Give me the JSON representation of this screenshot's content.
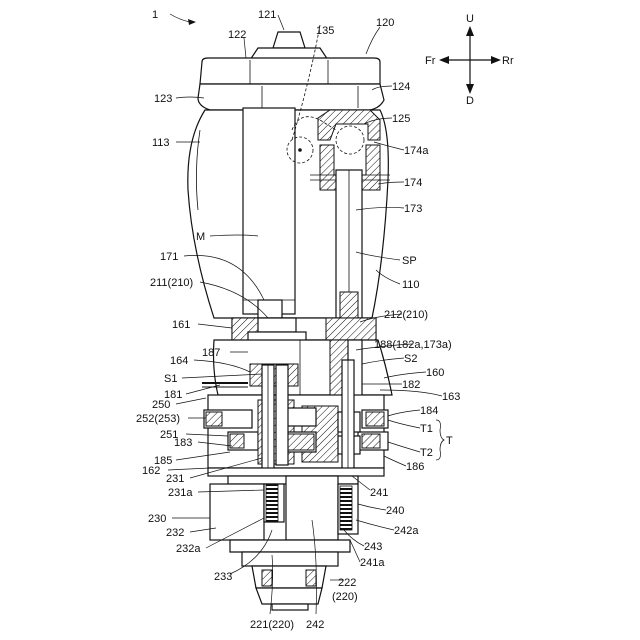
{
  "figure": {
    "ref": "1",
    "directions": {
      "up": "U",
      "down": "D",
      "front": "Fr",
      "rear": "Rr"
    },
    "labels": {
      "l121": "121",
      "l120": "120",
      "l122": "122",
      "l135": "135",
      "l123": "123",
      "l124": "124",
      "l125": "125",
      "l113": "113",
      "l174a": "174a",
      "l174": "174",
      "l173": "173",
      "lM": "M",
      "lSP": "SP",
      "l171": "171",
      "l110": "110",
      "l211": "211(210)",
      "l212": "212(210)",
      "l161": "161",
      "l188": "188(182a,173a)",
      "l187": "187",
      "lS2": "S2",
      "l164": "164",
      "l160": "160",
      "lS1": "S1",
      "l182": "182",
      "l181": "181",
      "l163": "163",
      "l250": "250",
      "l184": "184",
      "l252": "252(253)",
      "lT1": "T1",
      "l251": "251",
      "lT": "T",
      "l183": "183",
      "lT2": "T2",
      "l185": "185",
      "l186": "186",
      "l162": "162",
      "l231": "231",
      "l231a": "231a",
      "l241": "241",
      "l240": "240",
      "l230": "230",
      "l242a": "242a",
      "l232": "232",
      "l243": "243",
      "l232a": "232a",
      "l241a": "241a",
      "l233": "233",
      "l222": "222",
      "l220": "(220)",
      "l221": "221(220)",
      "l242": "242"
    }
  }
}
